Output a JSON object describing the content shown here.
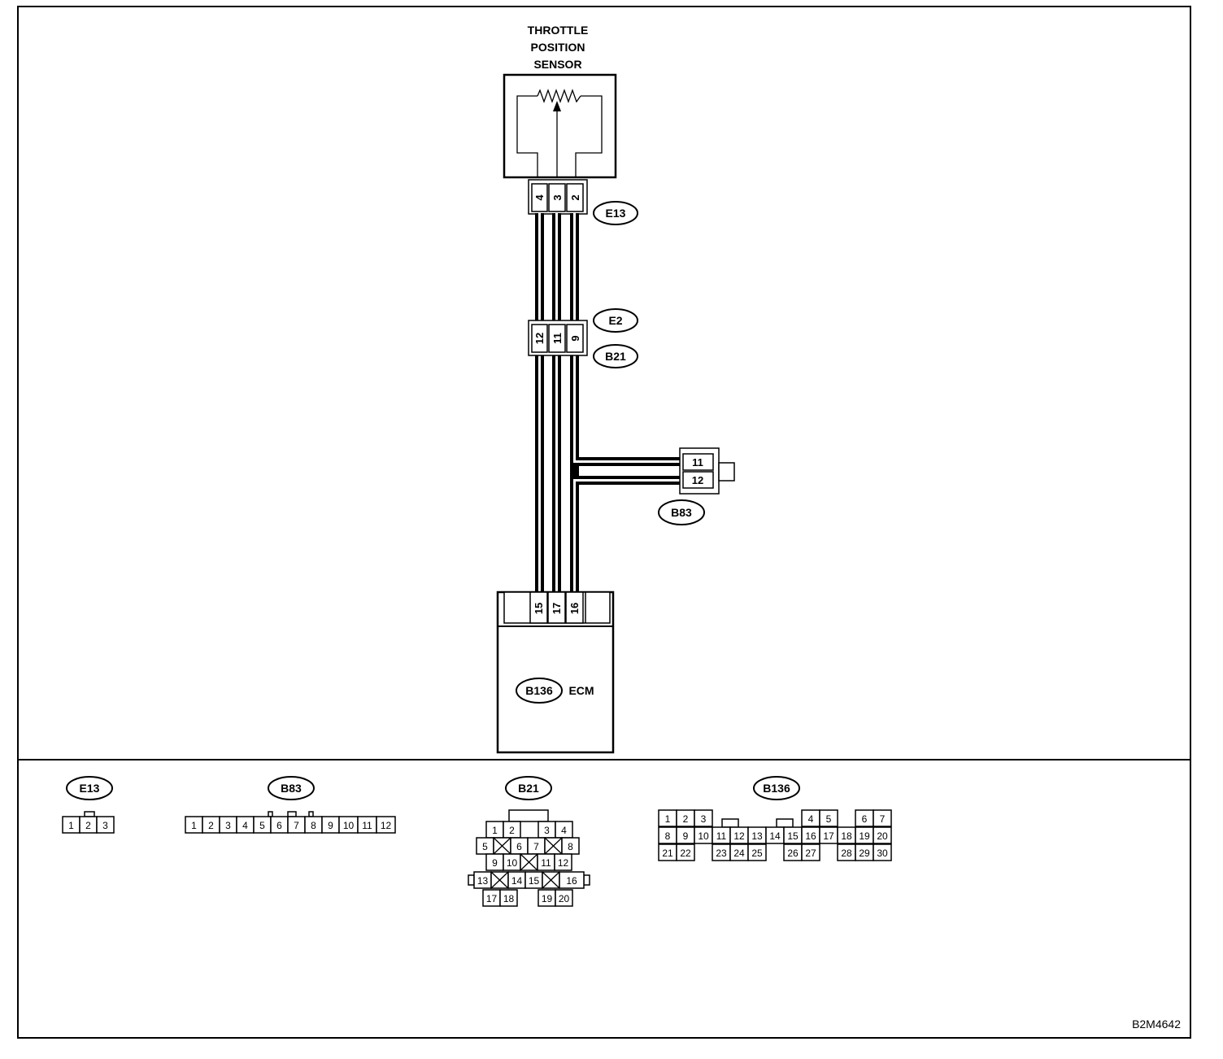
{
  "sensor": {
    "title_lines": [
      "THROTTLE",
      "POSITION",
      "SENSOR"
    ],
    "connector_id": "E13",
    "pins": [
      "4",
      "3",
      "2"
    ]
  },
  "joint": {
    "connector_ids": [
      "E2",
      "B21"
    ],
    "pins": [
      "12",
      "11",
      "9"
    ]
  },
  "b83_top": {
    "connector_id": "B83",
    "pins": [
      "11",
      "12"
    ]
  },
  "ecm": {
    "connector_id": "B136",
    "label": "ECM",
    "pins": [
      "15",
      "17",
      "16"
    ]
  },
  "connector_faces": {
    "e13": {
      "id": "E13",
      "pins": [
        "1",
        "2",
        "3"
      ]
    },
    "b83": {
      "id": "B83",
      "pins": [
        "1",
        "2",
        "3",
        "4",
        "5",
        "6",
        "7",
        "8",
        "9",
        "10",
        "11",
        "12"
      ]
    },
    "b21": {
      "id": "B21",
      "pins": [
        "1",
        "2",
        "3",
        "4",
        "5",
        "6",
        "7",
        "8",
        "9",
        "10",
        "11",
        "12",
        "13",
        "14",
        "15",
        "16",
        "17",
        "18",
        "19",
        "20"
      ]
    },
    "b136": {
      "id": "B136",
      "pins": [
        "1",
        "2",
        "3",
        "4",
        "5",
        "6",
        "7",
        "8",
        "9",
        "10",
        "11",
        "12",
        "13",
        "14",
        "15",
        "16",
        "17",
        "18",
        "19",
        "20",
        "21",
        "22",
        "23",
        "24",
        "25",
        "26",
        "27",
        "28",
        "29",
        "30"
      ]
    }
  },
  "figure_code": "B2M4642"
}
